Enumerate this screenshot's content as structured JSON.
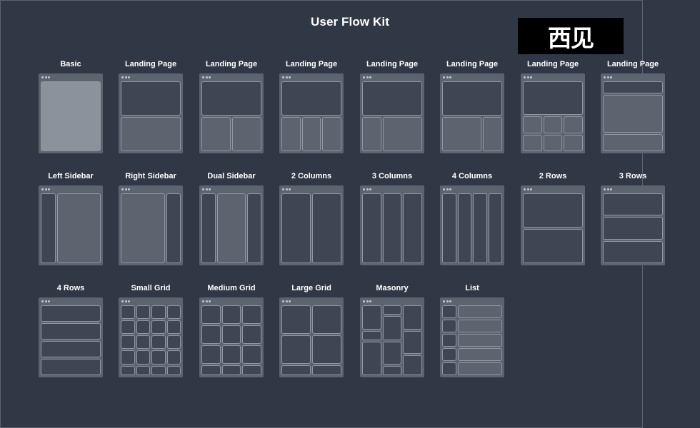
{
  "page": {
    "title": "User Flow Kit",
    "logo_text": "西见",
    "colors": {
      "background": "#303845",
      "card": "#5c6470",
      "cell_dark": "#3e4654",
      "cell_border": "#8d96a2",
      "cell_light": "#8c929b"
    }
  },
  "rows": [
    {
      "items": [
        {
          "label": "Basic",
          "icon": "basic-layout-icon"
        },
        {
          "label": "Landing Page",
          "icon": "landing-page-layout-icon"
        },
        {
          "label": "Landing Page",
          "icon": "landing-page-layout-icon"
        },
        {
          "label": "Landing Page",
          "icon": "landing-page-layout-icon"
        },
        {
          "label": "Landing Page",
          "icon": "landing-page-layout-icon"
        },
        {
          "label": "Landing Page",
          "icon": "landing-page-layout-icon"
        },
        {
          "label": "Landing Page",
          "icon": "landing-page-layout-icon"
        },
        {
          "label": "Landing Page",
          "icon": "landing-page-layout-icon"
        }
      ]
    },
    {
      "items": [
        {
          "label": "Left Sidebar",
          "icon": "left-sidebar-layout-icon"
        },
        {
          "label": "Right Sidebar",
          "icon": "right-sidebar-layout-icon"
        },
        {
          "label": "Dual Sidebar",
          "icon": "dual-sidebar-layout-icon"
        },
        {
          "label": "2 Columns",
          "icon": "two-columns-layout-icon"
        },
        {
          "label": "3 Columns",
          "icon": "three-columns-layout-icon"
        },
        {
          "label": "4 Columns",
          "icon": "four-columns-layout-icon"
        },
        {
          "label": "2 Rows",
          "icon": "two-rows-layout-icon"
        },
        {
          "label": "3 Rows",
          "icon": "three-rows-layout-icon"
        }
      ]
    },
    {
      "items": [
        {
          "label": "4 Rows",
          "icon": "four-rows-layout-icon"
        },
        {
          "label": "Small Grid",
          "icon": "small-grid-layout-icon"
        },
        {
          "label": "Medium Grid",
          "icon": "medium-grid-layout-icon"
        },
        {
          "label": "Large Grid",
          "icon": "large-grid-layout-icon"
        },
        {
          "label": "Masonry",
          "icon": "masonry-layout-icon"
        },
        {
          "label": "List",
          "icon": "list-layout-icon"
        }
      ]
    }
  ]
}
